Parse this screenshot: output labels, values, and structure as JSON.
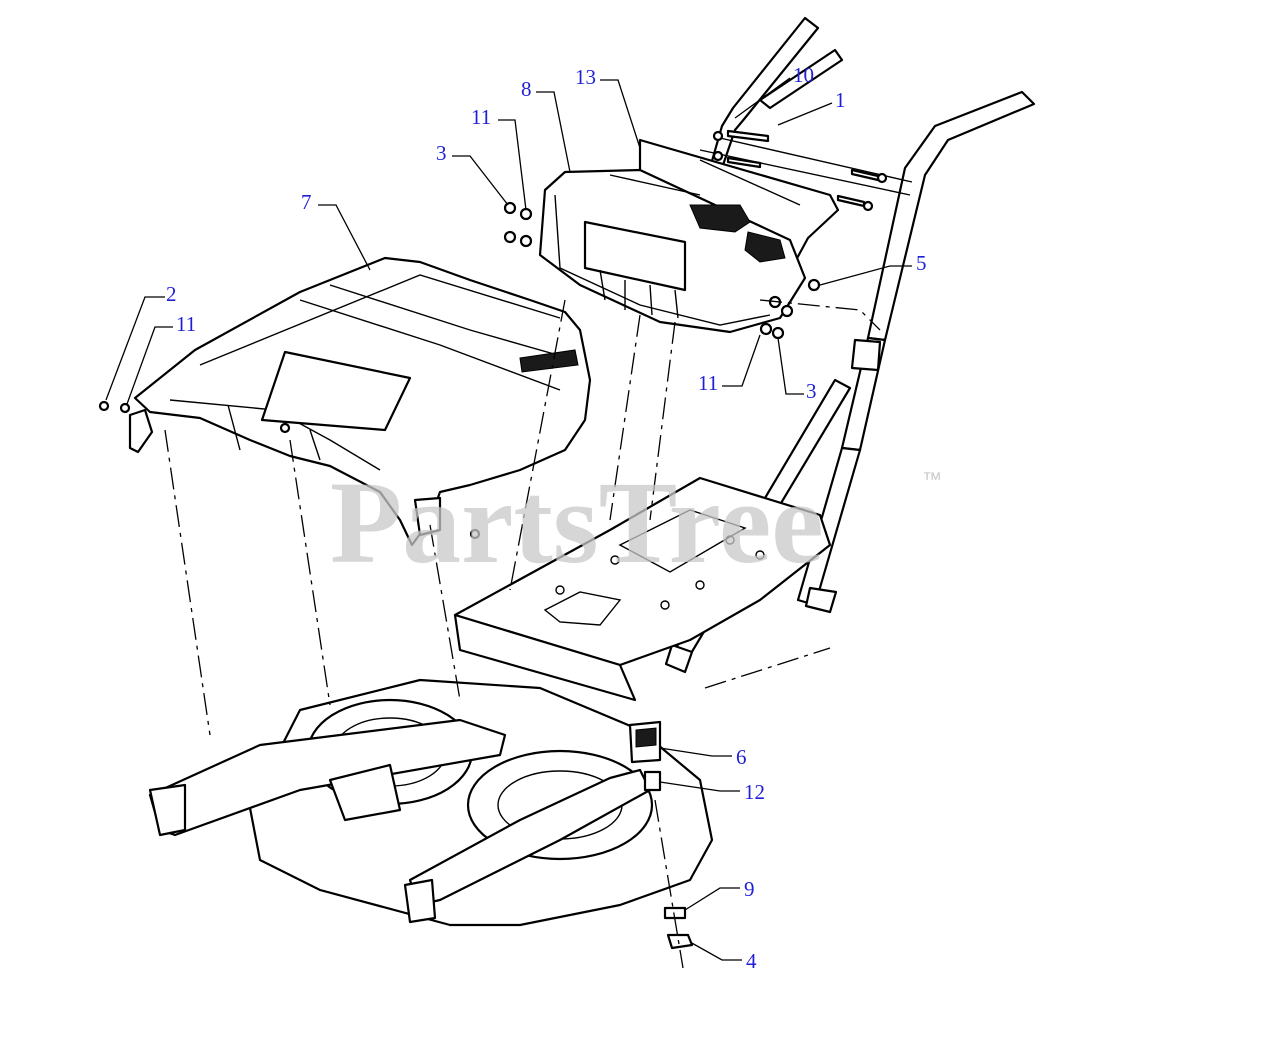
{
  "watermark": {
    "text": "PartsTree",
    "trademark": "™"
  },
  "colors": {
    "callout": "#1f1fd6",
    "watermark": "#c8c8c8",
    "line": "#000000"
  },
  "callouts": [
    {
      "id": "c-1",
      "label": "1"
    },
    {
      "id": "c-10",
      "label": "10"
    },
    {
      "id": "c-13",
      "label": "13"
    },
    {
      "id": "c-8",
      "label": "8"
    },
    {
      "id": "c-11a",
      "label": "11"
    },
    {
      "id": "c-3a",
      "label": "3"
    },
    {
      "id": "c-7",
      "label": "7"
    },
    {
      "id": "c-2",
      "label": "2"
    },
    {
      "id": "c-11b",
      "label": "11"
    },
    {
      "id": "c-5",
      "label": "5"
    },
    {
      "id": "c-11c",
      "label": "11"
    },
    {
      "id": "c-3b",
      "label": "3"
    },
    {
      "id": "c-6",
      "label": "6"
    },
    {
      "id": "c-12",
      "label": "12"
    },
    {
      "id": "c-9",
      "label": "9"
    },
    {
      "id": "c-4",
      "label": "4"
    }
  ]
}
